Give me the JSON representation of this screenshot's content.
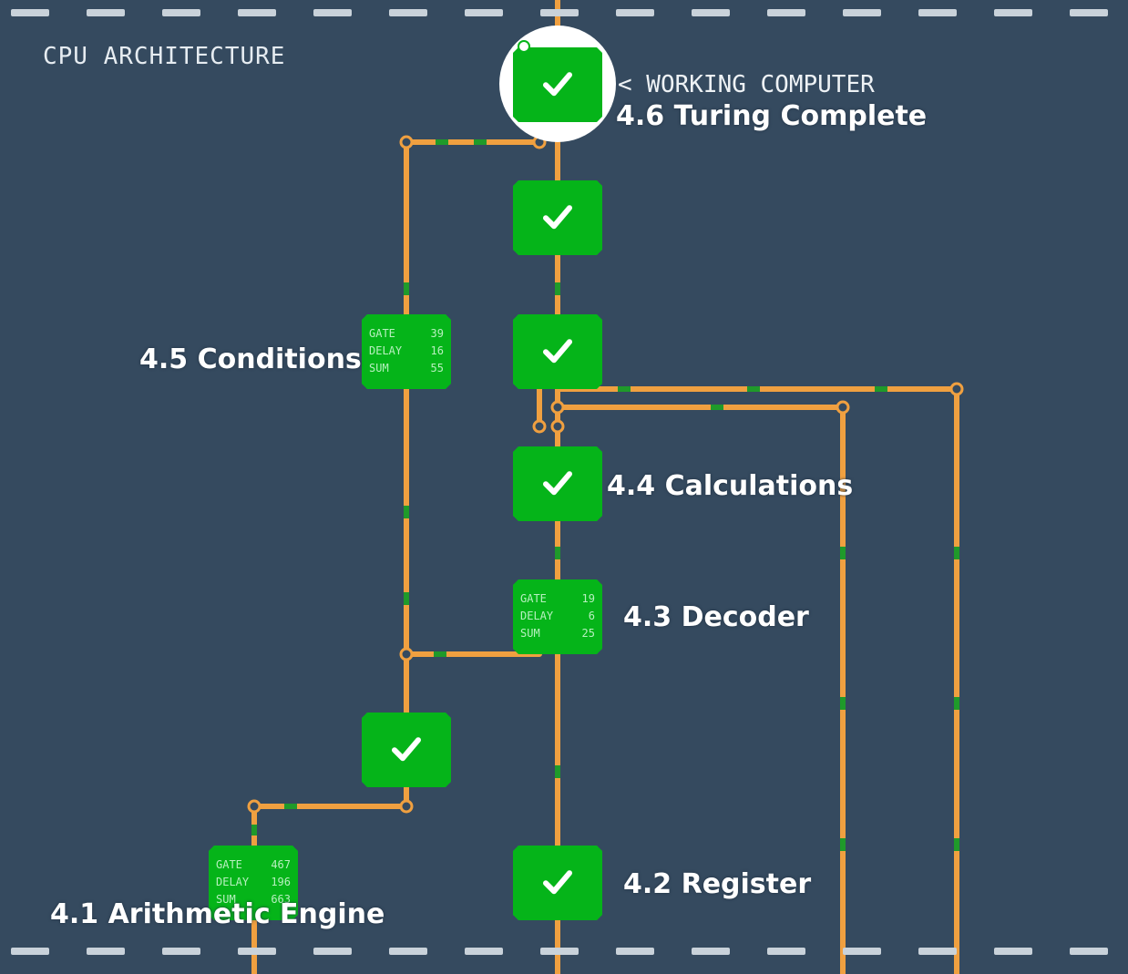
{
  "section": {
    "title": "CPU ARCHITECTURE"
  },
  "header_link": {
    "text": "< WORKING COMPUTER"
  },
  "levels": [
    {
      "id": "4.6",
      "label": "4.6 Turing Complete",
      "status": "completed",
      "icon": "checkmark-icon"
    },
    {
      "id": "4.5",
      "label": "4.5 Conditions",
      "status": "scored",
      "stats": [
        {
          "name": "GATE",
          "value": "39"
        },
        {
          "name": "DELAY",
          "value": "16"
        },
        {
          "name": "SUM",
          "value": "55"
        }
      ]
    },
    {
      "id": "4.4",
      "label": "4.4 Calculations",
      "status": "completed",
      "icon": "checkmark-icon"
    },
    {
      "id": "4.3",
      "label": "4.3 Decoder",
      "status": "scored",
      "stats": [
        {
          "name": "GATE",
          "value": "19"
        },
        {
          "name": "DELAY",
          "value": "6"
        },
        {
          "name": "SUM",
          "value": "25"
        }
      ]
    },
    {
      "id": "4.2",
      "label": "4.2 Register",
      "status": "completed",
      "icon": "checkmark-icon"
    },
    {
      "id": "4.1",
      "label": "4.1 Arithmetic Engine",
      "status": "scored",
      "stats": [
        {
          "name": "GATE",
          "value": "467"
        },
        {
          "name": "DELAY",
          "value": "196"
        },
        {
          "name": "SUM",
          "value": "663"
        }
      ]
    }
  ],
  "unlabeled_levels": [
    {
      "status": "completed",
      "icon": "checkmark-icon"
    },
    {
      "status": "completed",
      "icon": "checkmark-icon"
    },
    {
      "status": "completed",
      "icon": "checkmark-icon"
    }
  ],
  "colors": {
    "background": "#354a5f",
    "wire": "#f0a040",
    "wire_accent": "#1f9a2a",
    "node": "#05b419",
    "divider": "#c9d2da"
  }
}
